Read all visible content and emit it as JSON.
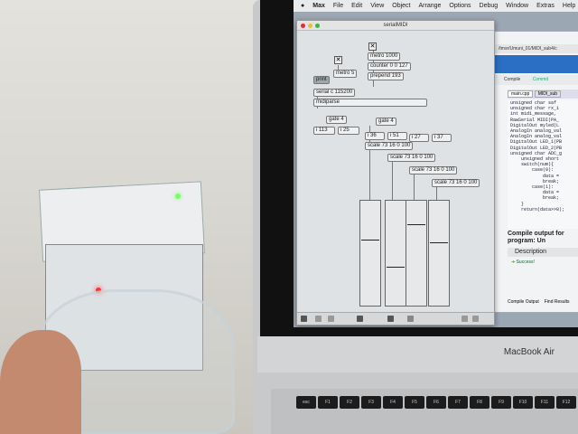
{
  "menubar": {
    "apple": "",
    "app": "Max",
    "items": [
      "File",
      "Edit",
      "View",
      "Object",
      "Arrange",
      "Options",
      "Debug",
      "Window",
      "Extras",
      "Help"
    ]
  },
  "max_window": {
    "title": "serialMIDI",
    "objects": {
      "metro1000": "metro 1000",
      "counter": "counter 0 0 127",
      "prepend": "prepend 193",
      "metro5": "metro 5",
      "print": "print",
      "serial": "serial c 115200",
      "midiparse": "midiparse",
      "gate_a": "gate 4",
      "gate_b": "gate 4",
      "cmp": [
        "i 113",
        "i 25",
        "i 36",
        "i 51",
        "i 27",
        "i 37"
      ],
      "scale": [
        "scale 73 16 0 100",
        "scale 73 16 0 100",
        "scale 73 16 0 100",
        "scale 73 16 0 100"
      ]
    },
    "toggle_glyph": "✕",
    "slider_values": [
      0.63,
      0.37,
      0.78,
      0.6
    ]
  },
  "ide_window": {
    "url": "/tmsr/Umuni_01/MIDI_sub4/c",
    "compile_label": "Compile",
    "commit_label": "Commit",
    "tabs": [
      "main.cpp",
      "MIDI_sub"
    ],
    "code_lines": [
      "unsigned char saf",
      "unsigned char rx_i",
      "int midi_message,",
      "",
      "RawSerial MIDI(PA_",
      "DigitalOut myled(L",
      "AnalogIn analog_val",
      "AnalogIn analog_val",
      "DigitalOut LED_1(PB",
      "DigitalOut LED_2(PB",
      "",
      "unsigned char ADC_g",
      "    unsigned short",
      "    switch(num){",
      "        case(0):",
      "            data =",
      "            break;",
      "        case(1):",
      "            data =",
      "            break;",
      "    }",
      "    return(data>>8);"
    ],
    "compile_output_title": "Compile output for program: Un",
    "description_header": "Description",
    "status": "Success!",
    "bottom_tabs": [
      "Compile Output",
      "Find Results"
    ]
  },
  "laptop_brand": "MacBook Air",
  "keys": [
    "esc",
    "F1",
    "F2",
    "F3",
    "F4",
    "F5",
    "F6",
    "F7",
    "F8",
    "F9",
    "F10",
    "F11",
    "F12"
  ]
}
